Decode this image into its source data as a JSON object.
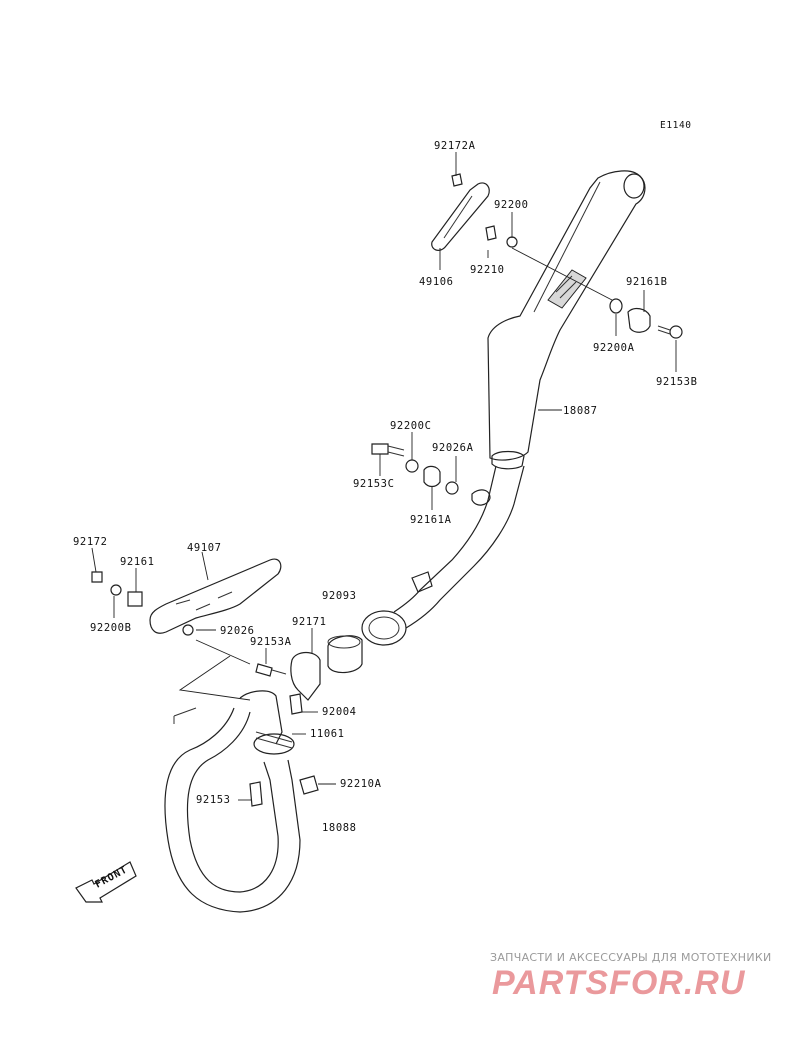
{
  "diagram_code": "E1140",
  "labels": {
    "p92172A": "92172A",
    "p92200": "92200",
    "p92210": "92210",
    "p49106": "49106",
    "p92161B": "92161B",
    "p92200A": "92200A",
    "p92153B": "92153B",
    "p18087": "18087",
    "p92200C": "92200C",
    "p92026A": "92026A",
    "p92153C": "92153C",
    "p92161A": "92161A",
    "p92172": "92172",
    "p92161": "92161",
    "p49107": "49107",
    "p92200B": "92200B",
    "p92026": "92026",
    "p92093": "92093",
    "p92171": "92171",
    "p92153A": "92153A",
    "p92004": "92004",
    "p11061": "11061",
    "p92210A": "92210A",
    "p92153": "92153",
    "p18088": "18088"
  },
  "front_arrow_label": "FRONT",
  "watermark": {
    "subtitle": "ЗАПЧАСТИ И АКСЕССУАРЫ ДЛЯ МОТОТЕХНИКИ",
    "logo": "PARTSFOR.RU"
  }
}
